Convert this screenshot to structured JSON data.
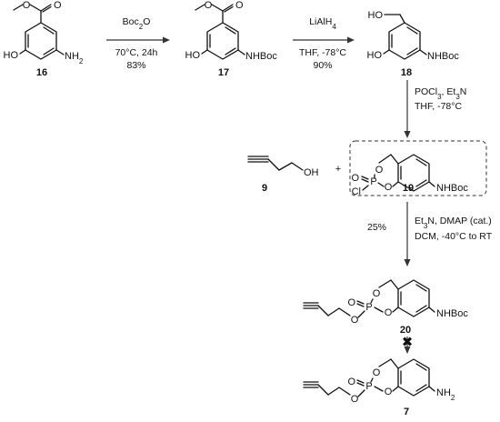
{
  "compounds": {
    "c16": {
      "number": "16",
      "labels": {
        "ome": "O",
        "carbonyl_o": "O",
        "ho": "HO",
        "amine": "NH",
        "amine_sub": "2"
      }
    },
    "c17": {
      "number": "17",
      "labels": {
        "ome": "O",
        "carbonyl_o": "O",
        "ho": "HO",
        "nhboc": "NHBoc"
      }
    },
    "c18": {
      "number": "18",
      "labels": {
        "ho_top": "HO",
        "ho": "HO",
        "nhboc": "NHBoc"
      }
    },
    "c19": {
      "number": "19",
      "labels": {
        "p": "P",
        "o_dbl": "O",
        "cl": "Cl",
        "o_ring1": "O",
        "o_ring2": "O",
        "nhboc": "NHBoc"
      }
    },
    "c9": {
      "number": "9",
      "labels": {
        "oh": "OH"
      }
    },
    "c20": {
      "number": "20",
      "labels": {
        "p": "P",
        "o_dbl": "O",
        "o_ester": "O",
        "o_ring1": "O",
        "o_ring2": "O",
        "nhboc": "NHBoc"
      }
    },
    "c7": {
      "number": "7",
      "labels": {
        "p": "P",
        "o_dbl": "O",
        "o_ester": "O",
        "o_ring1": "O",
        "o_ring2": "O",
        "amine": "NH",
        "amine_sub": "2"
      }
    }
  },
  "steps": {
    "step1": {
      "reagent_main": "Boc",
      "reagent_sub": "2",
      "reagent_tail": "O",
      "conditions": "70°C, 24h",
      "yield": "83%"
    },
    "step2": {
      "reagent_main": "LiAlH",
      "reagent_sub": "4",
      "conditions": "THF, -78°C",
      "yield": "90%"
    },
    "step3": {
      "line1_a": "POCl",
      "line1_sub": "3",
      "line1_b": ", Et",
      "line1_sub2": "3",
      "line1_c": "N",
      "line2": "THF, -78°C"
    },
    "step4": {
      "yield": "25%",
      "line1_a": "Et",
      "line1_sub": "3",
      "line1_b": "N, DMAP (cat.)",
      "line2": "DCM, -40°C to RT"
    },
    "step5": {
      "failed_mark": "✖"
    }
  },
  "plus_sign": "+"
}
